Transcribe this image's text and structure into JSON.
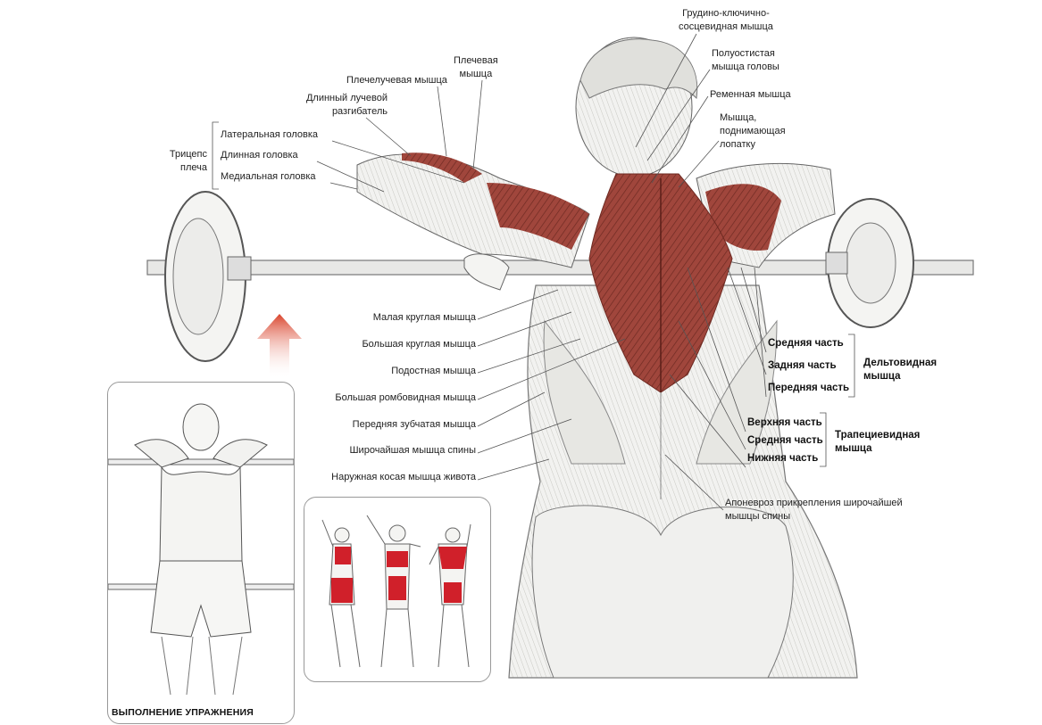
{
  "labels": {
    "sternocleidomastoid": [
      "Грудино-ключично-",
      "сосцевидная мышца"
    ],
    "semispinalis_capitis": [
      "Полуостистая",
      "мышца головы"
    ],
    "splenius": "Ременная мышца",
    "levator_scapulae": [
      "Мышца,",
      "поднимающая",
      "лопатку"
    ],
    "brachialis": [
      "Плечевая",
      "мышца"
    ],
    "brachioradialis": "Плечелучевая мышца",
    "ext_carpi_radialis_longus": [
      "Длинный лучевой",
      "разгибатель"
    ],
    "triceps": {
      "group": [
        "Трицепс",
        "плеча"
      ],
      "parts": [
        "Латеральная головка",
        "Длинная головка",
        "Медиальная головка"
      ]
    },
    "left_list": [
      "Малая круглая мышца",
      "Большая круглая мышца",
      "Подостная мышца",
      "Большая ромбовидная мышца",
      "Передняя зубчатая мышца",
      "Широчайшая мышца спины",
      "Наружная косая мышца живота"
    ],
    "deltoid": {
      "parts": [
        "Средняя часть",
        "Задняя часть",
        "Передняя часть"
      ],
      "group": [
        "Дельтовидная",
        "мышца"
      ]
    },
    "trapezius": {
      "parts": [
        "Верхняя часть",
        "Средняя часть",
        "Нижняя часть"
      ],
      "group": [
        "Трапециевидная",
        "мышца"
      ]
    },
    "aponeurosis": [
      "Апоневроз прикрепления широчайшей",
      "мышцы спины"
    ]
  },
  "inset": {
    "caption": "ВЫПОЛНЕНИЕ УПРАЖНЕНИЯ"
  },
  "colors": {
    "muscle": "#a0463c",
    "muscle_light": "#c9776b",
    "arrow": "#d9442c",
    "highlight": "#d0202a"
  }
}
